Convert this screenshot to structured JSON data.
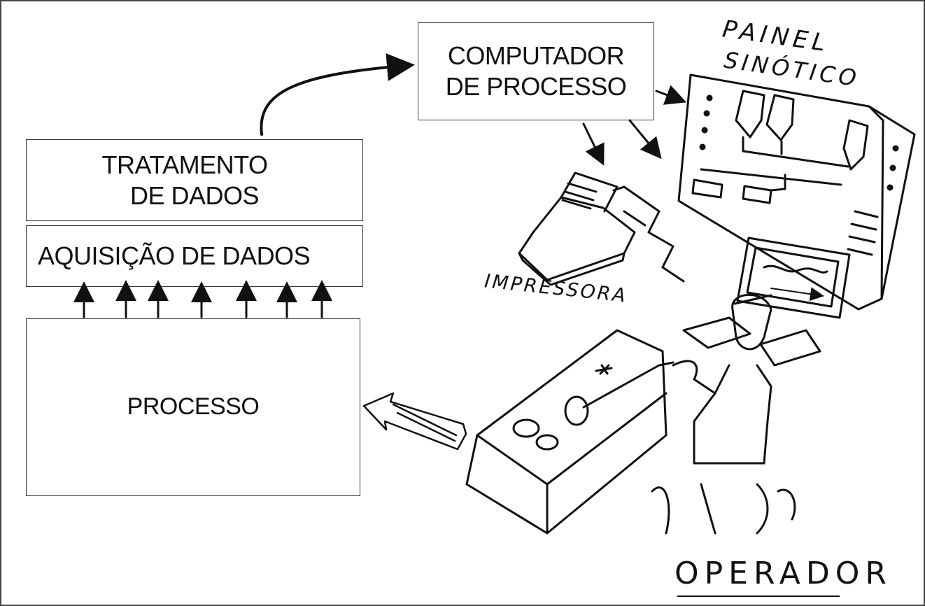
{
  "diagram": {
    "tratamento": [
      "TRATAMENTO",
      "DE DADOS"
    ],
    "aquisicao": "AQUISIÇÃO DE DADOS",
    "processo": "PROCESSO",
    "computador": [
      "COMPUTADOR",
      "DE PROCESSO"
    ],
    "painel": [
      "PAINEL",
      "SINÓTICO"
    ],
    "impressora": "IMPRESSORA",
    "operador": "OPERADOR"
  }
}
